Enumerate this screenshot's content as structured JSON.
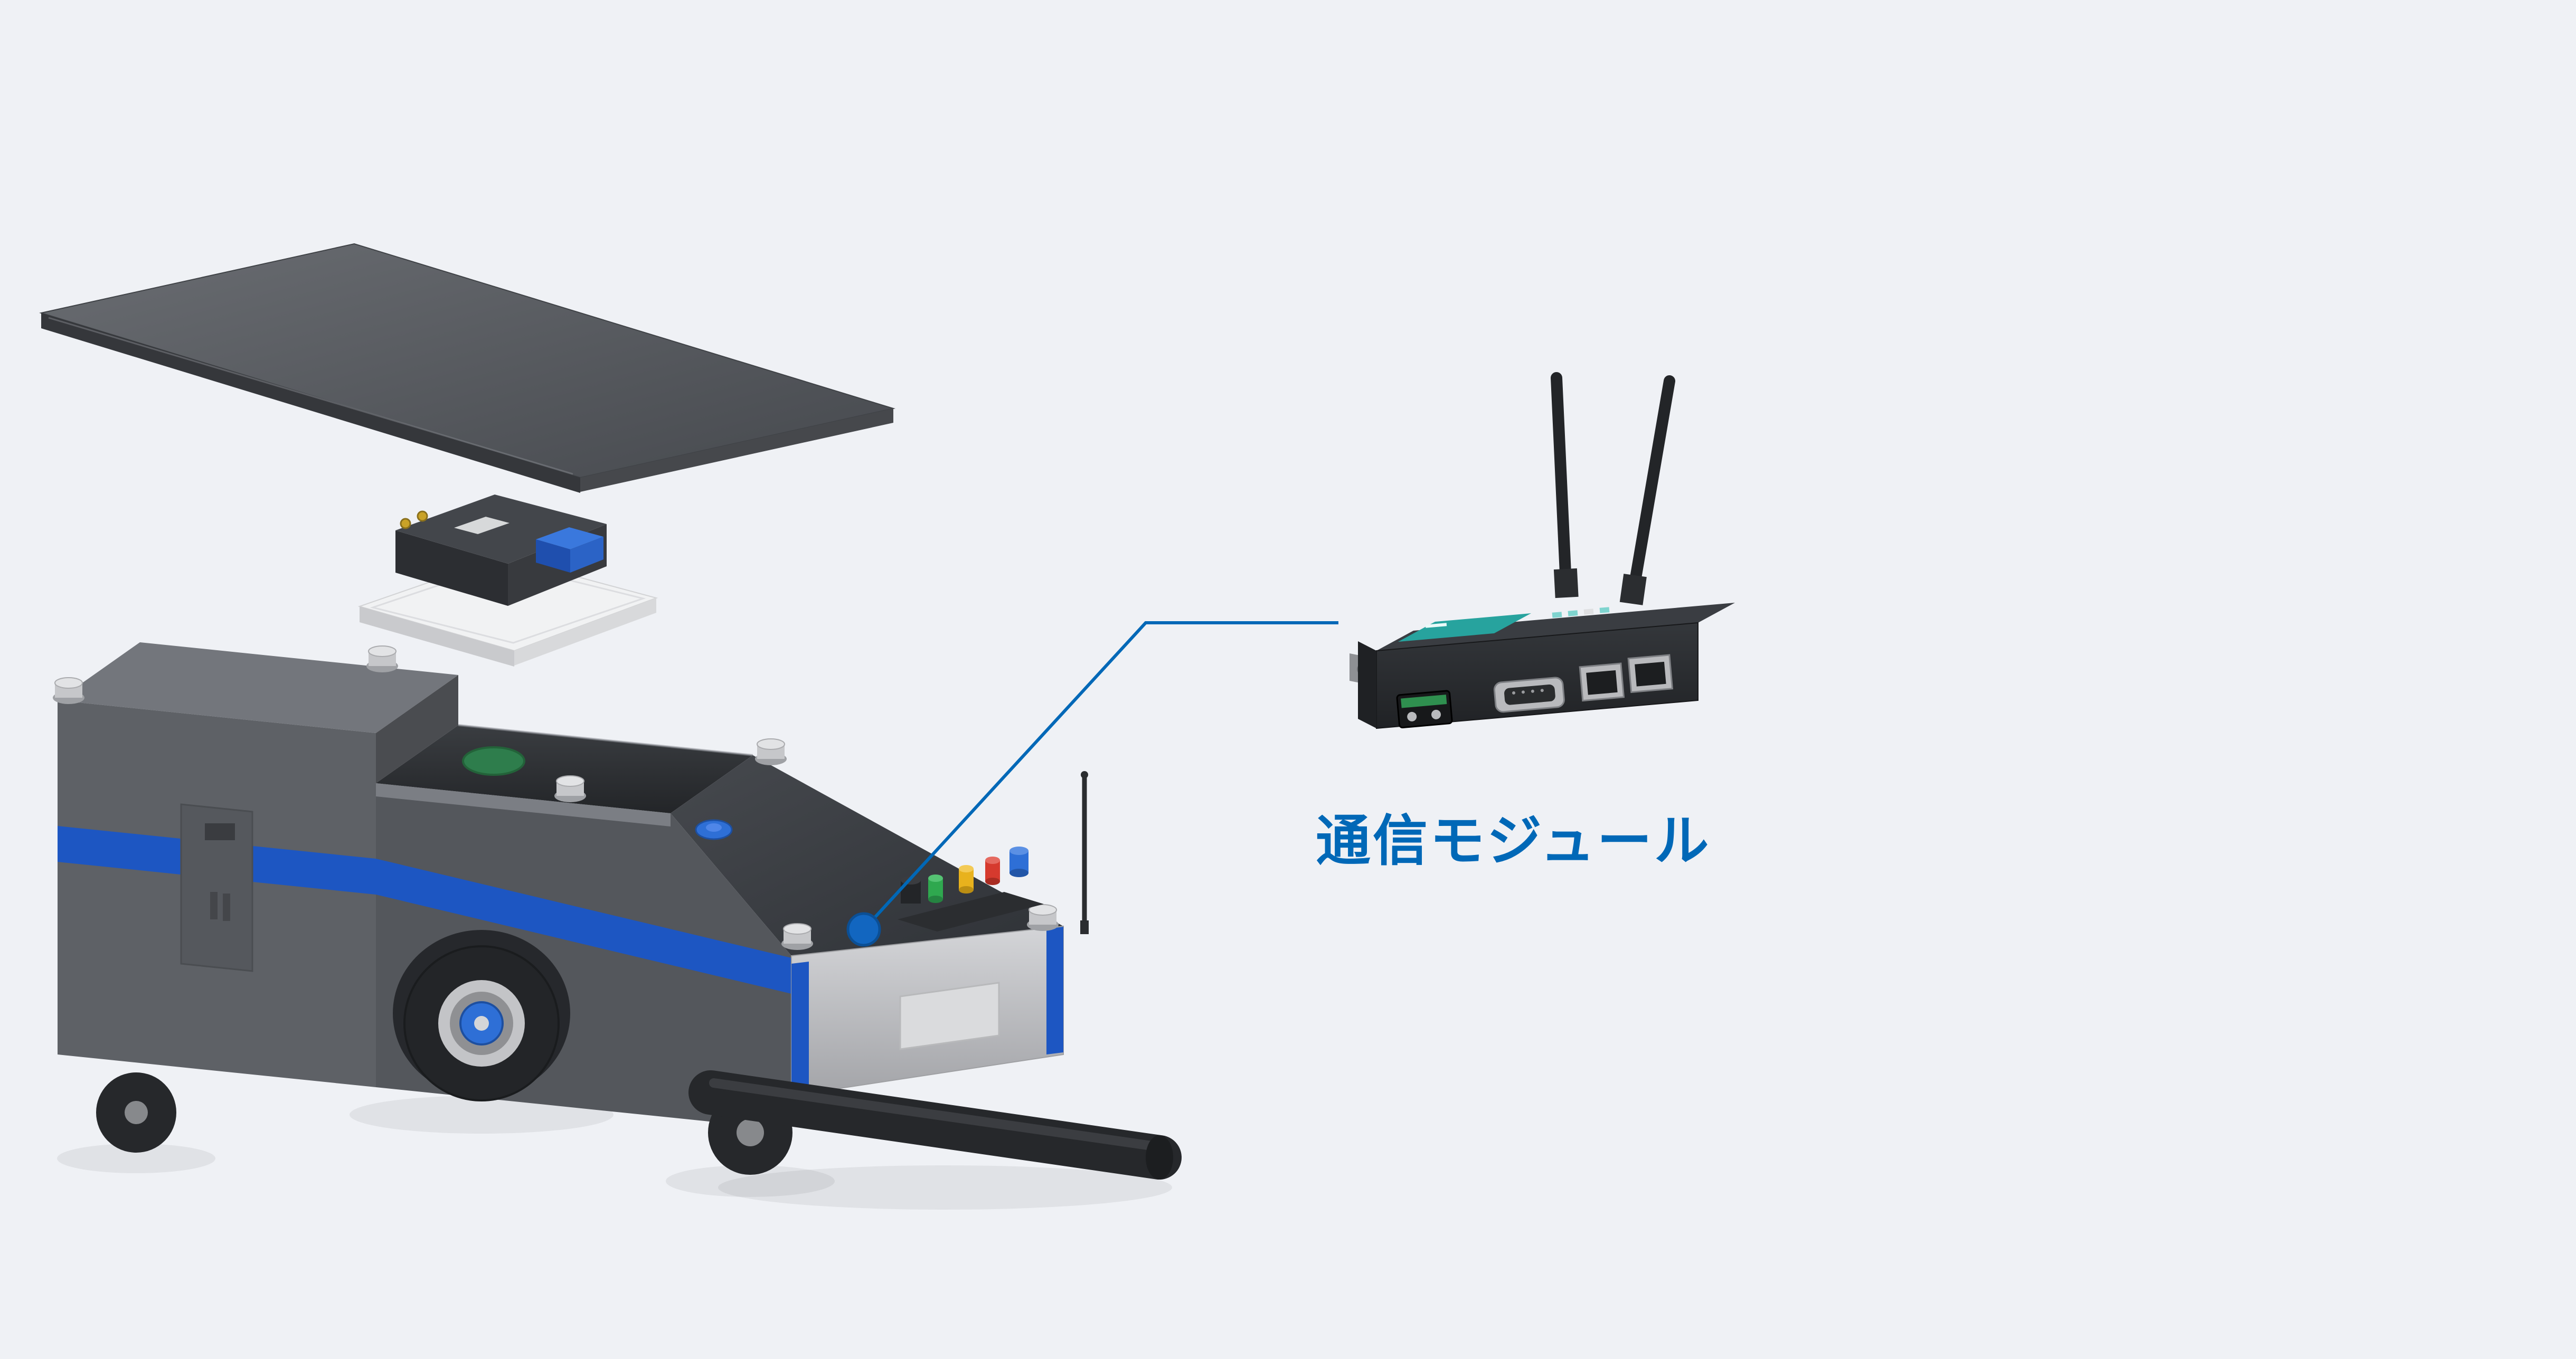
{
  "page": {
    "background_color": "#eff1f5"
  },
  "annotation": {
    "label": "通信モジュール",
    "accent_color": "#0068b7"
  },
  "illustration": {
    "parts": [
      {
        "name": "top-cover-plate"
      },
      {
        "name": "control-module-unit"
      },
      {
        "name": "agv-vehicle"
      },
      {
        "name": "communication-module-device"
      }
    ],
    "colors": {
      "vehicle_body": "#5e6166",
      "vehicle_stripe": "#1d56c2",
      "wheel_hub": "#2e6fd6",
      "device_body": "#2a2c30",
      "device_label_strip": "#27a39e",
      "beacon_green": "#2fa84f",
      "beacon_yellow": "#e8b21d",
      "beacon_red": "#d63a2e",
      "beacon_blue": "#2e6fd6",
      "callout_line": "#0068b7"
    }
  }
}
